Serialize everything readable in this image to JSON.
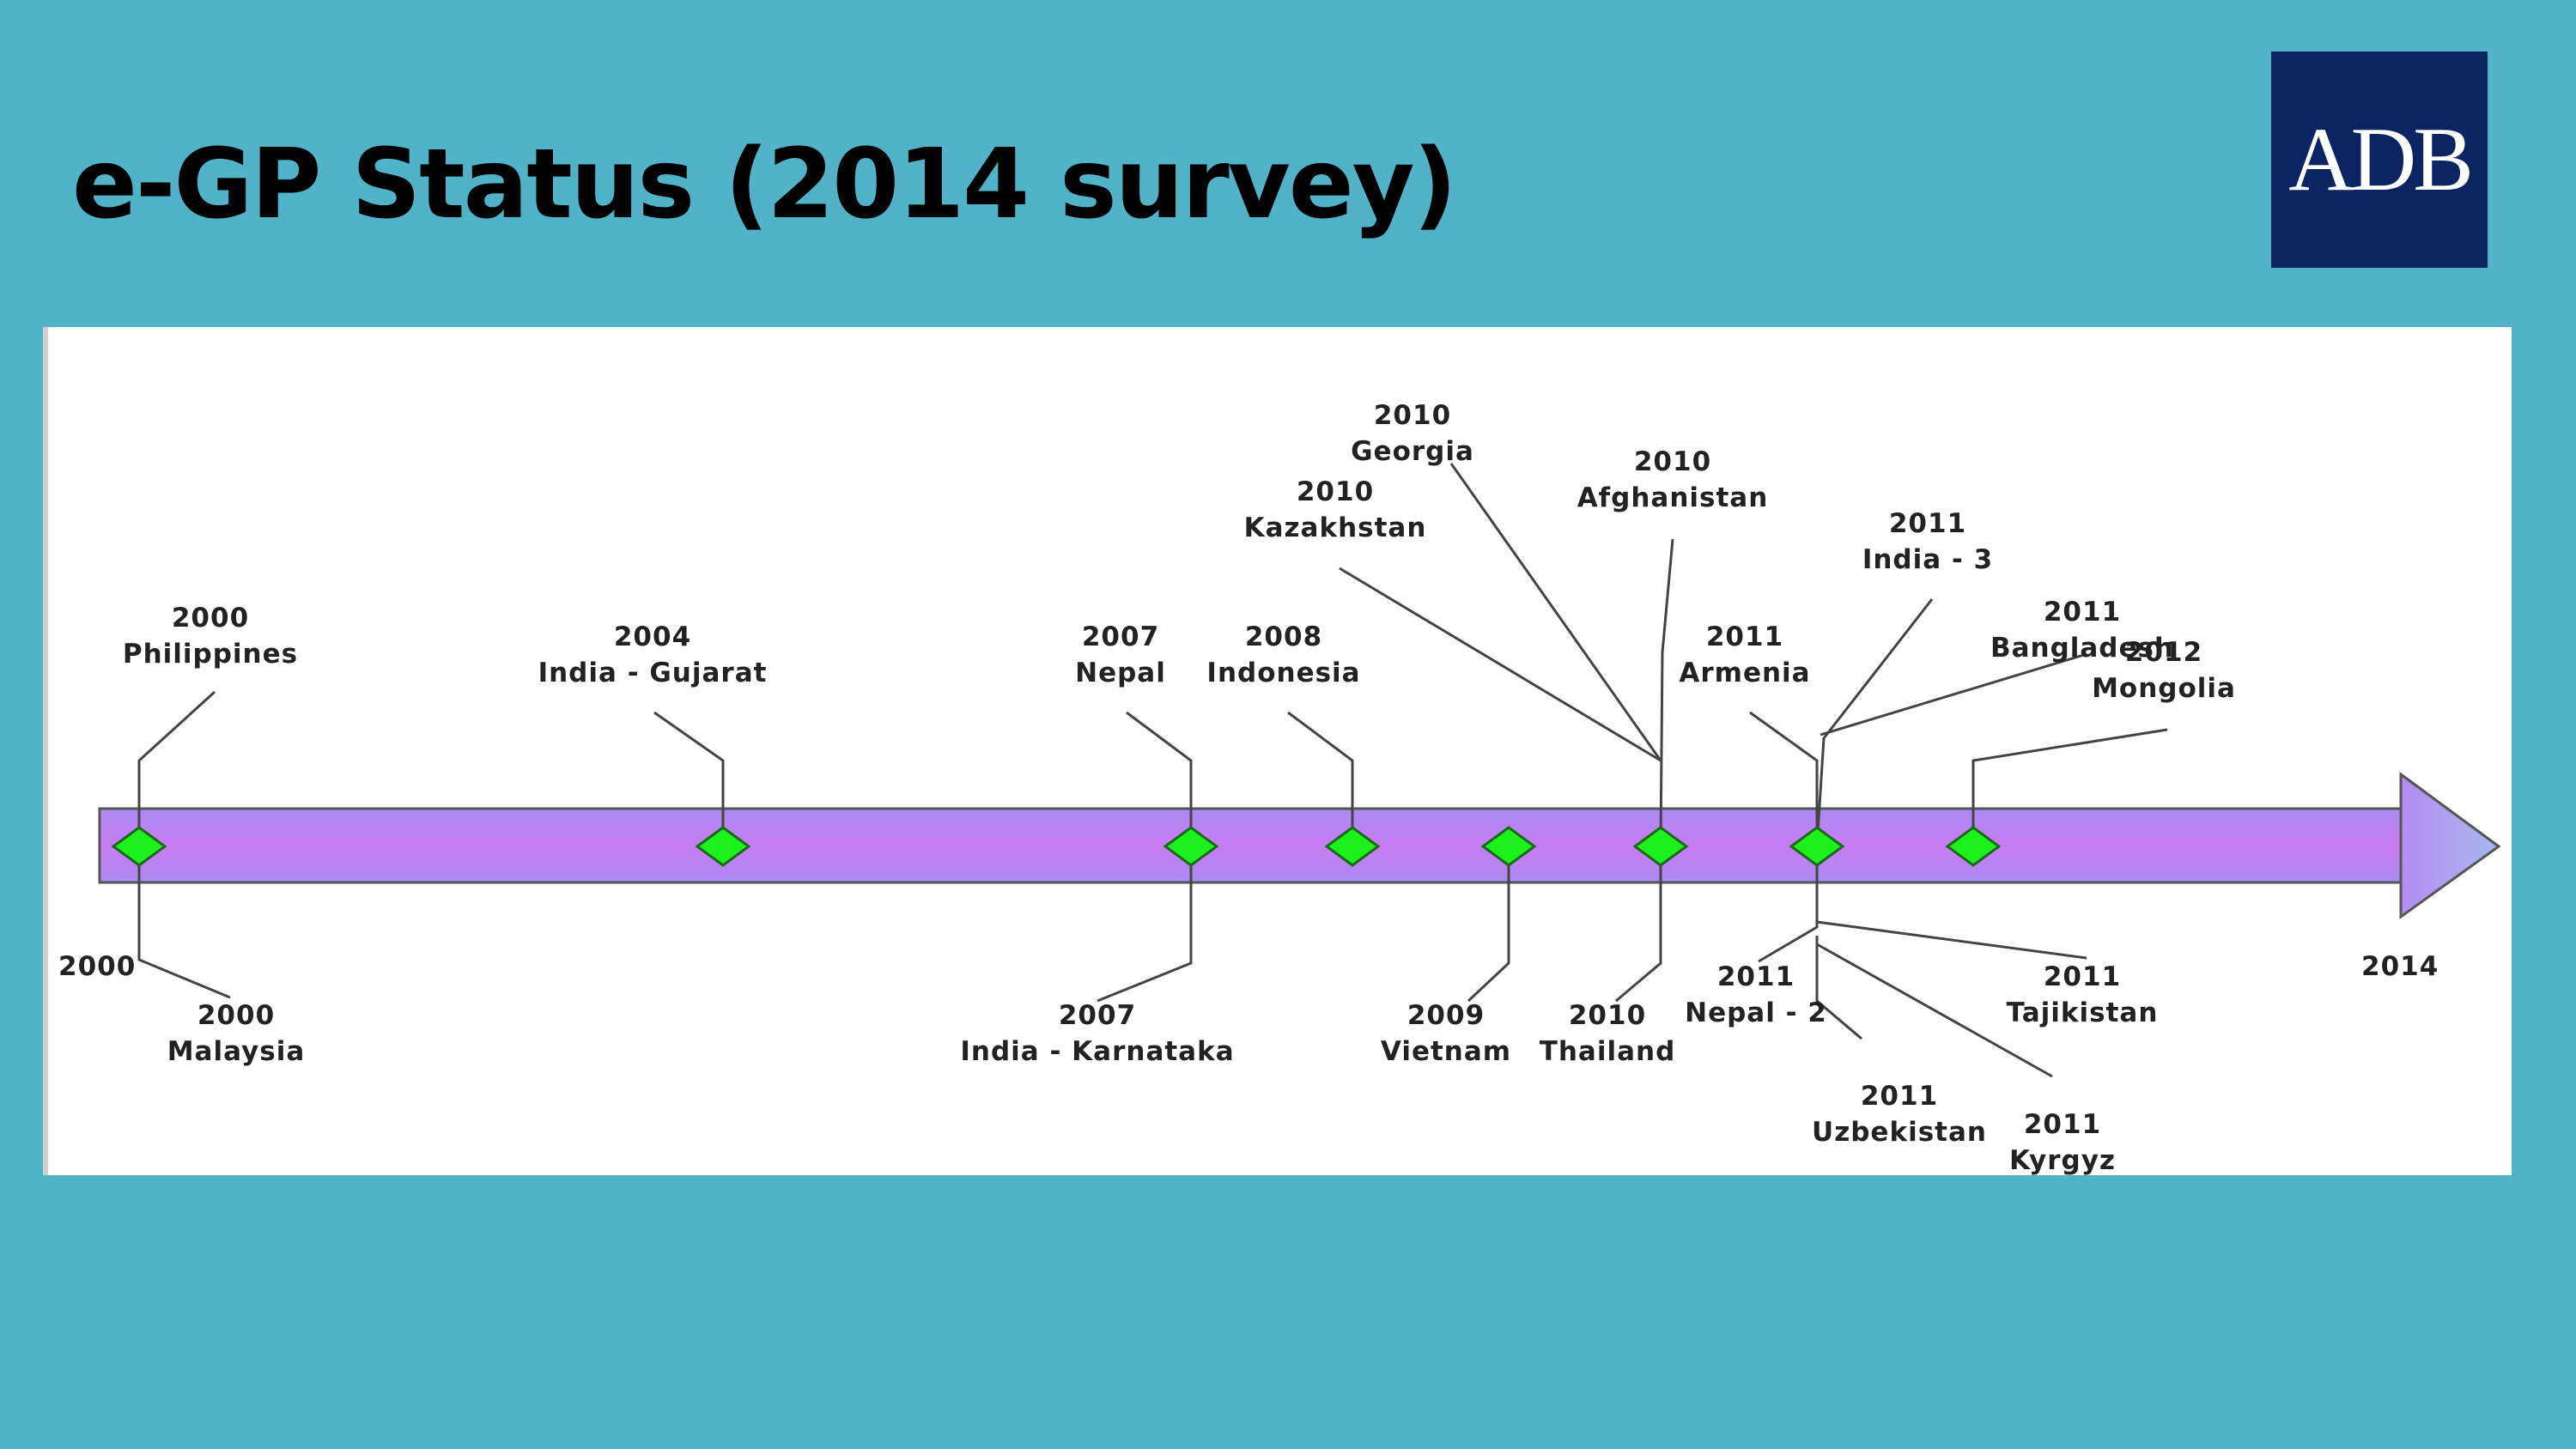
{
  "title": "e-GP Status (2014 survey)",
  "logo": {
    "text": "ADB",
    "background": "#0d2463"
  },
  "colors": {
    "arrow": "#c27cf0",
    "marker": "#1ef01e",
    "background": "#52b3c8"
  },
  "timeline": {
    "start_label": "2000",
    "end_label": "2014",
    "events": [
      {
        "year": "2000",
        "name": "Philippines",
        "side": "above"
      },
      {
        "year": "2000",
        "name": "Malaysia",
        "side": "below"
      },
      {
        "year": "2004",
        "name": "India - Gujarat",
        "side": "above"
      },
      {
        "year": "2007",
        "name": "Nepal",
        "side": "above"
      },
      {
        "year": "2007",
        "name": "India - Karnataka",
        "side": "below"
      },
      {
        "year": "2008",
        "name": "Indonesia",
        "side": "above"
      },
      {
        "year": "2009",
        "name": "Vietnam",
        "side": "below"
      },
      {
        "year": "2010",
        "name": "Georgia",
        "side": "above"
      },
      {
        "year": "2010",
        "name": "Kazakhstan",
        "side": "above"
      },
      {
        "year": "2010",
        "name": "Afghanistan",
        "side": "above"
      },
      {
        "year": "2010",
        "name": "Thailand",
        "side": "below"
      },
      {
        "year": "2011",
        "name": "Armenia",
        "side": "above"
      },
      {
        "year": "2011",
        "name": "India - 3",
        "side": "above"
      },
      {
        "year": "2011",
        "name": "Bangladesh",
        "side": "above"
      },
      {
        "year": "2011",
        "name": "Nepal - 2",
        "side": "below"
      },
      {
        "year": "2011",
        "name": "Uzbekistan",
        "side": "below"
      },
      {
        "year": "2011",
        "name": "Kyrgyz",
        "side": "below"
      },
      {
        "year": "2011",
        "name": "Tajikistan",
        "side": "below"
      },
      {
        "year": "2012",
        "name": "Mongolia",
        "side": "above"
      }
    ]
  }
}
